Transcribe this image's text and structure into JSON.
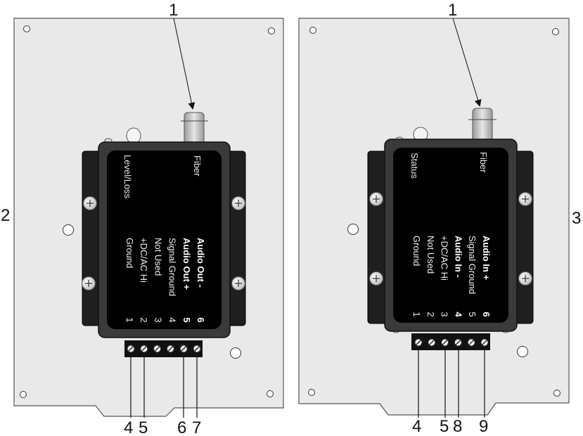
{
  "left_panel": {
    "callout_top": "1",
    "callout_side": "2",
    "leds": {
      "left": "Level/Loss",
      "right": "Fiber"
    },
    "terminals": [
      {
        "num": "1",
        "label": "Ground",
        "bold": false
      },
      {
        "num": "2",
        "label": "+DC/AC Hi",
        "bold": false
      },
      {
        "num": "3",
        "label": "Not Used",
        "bold": false
      },
      {
        "num": "4",
        "label": "Signal Ground",
        "bold": false
      },
      {
        "num": "5",
        "label": "Audio Out +",
        "bold": true
      },
      {
        "num": "6",
        "label": "Audio Out -",
        "bold": true
      }
    ],
    "callouts_bottom": [
      "4",
      "5",
      "6",
      "7"
    ]
  },
  "right_panel": {
    "callout_top": "1",
    "callout_side": "3",
    "leds": {
      "left": "Status",
      "right": "Fiber"
    },
    "terminals": [
      {
        "num": "1",
        "label": "Ground",
        "bold": false
      },
      {
        "num": "2",
        "label": "Not Used",
        "bold": false
      },
      {
        "num": "3",
        "label": "+DC/AC Hi",
        "bold": false
      },
      {
        "num": "4",
        "label": "Audio In -",
        "bold": true
      },
      {
        "num": "5",
        "label": "Signal Ground",
        "bold": false
      },
      {
        "num": "6",
        "label": "Audio In +",
        "bold": true
      }
    ],
    "callouts_bottom": [
      "4",
      "5",
      "8",
      "9"
    ]
  }
}
